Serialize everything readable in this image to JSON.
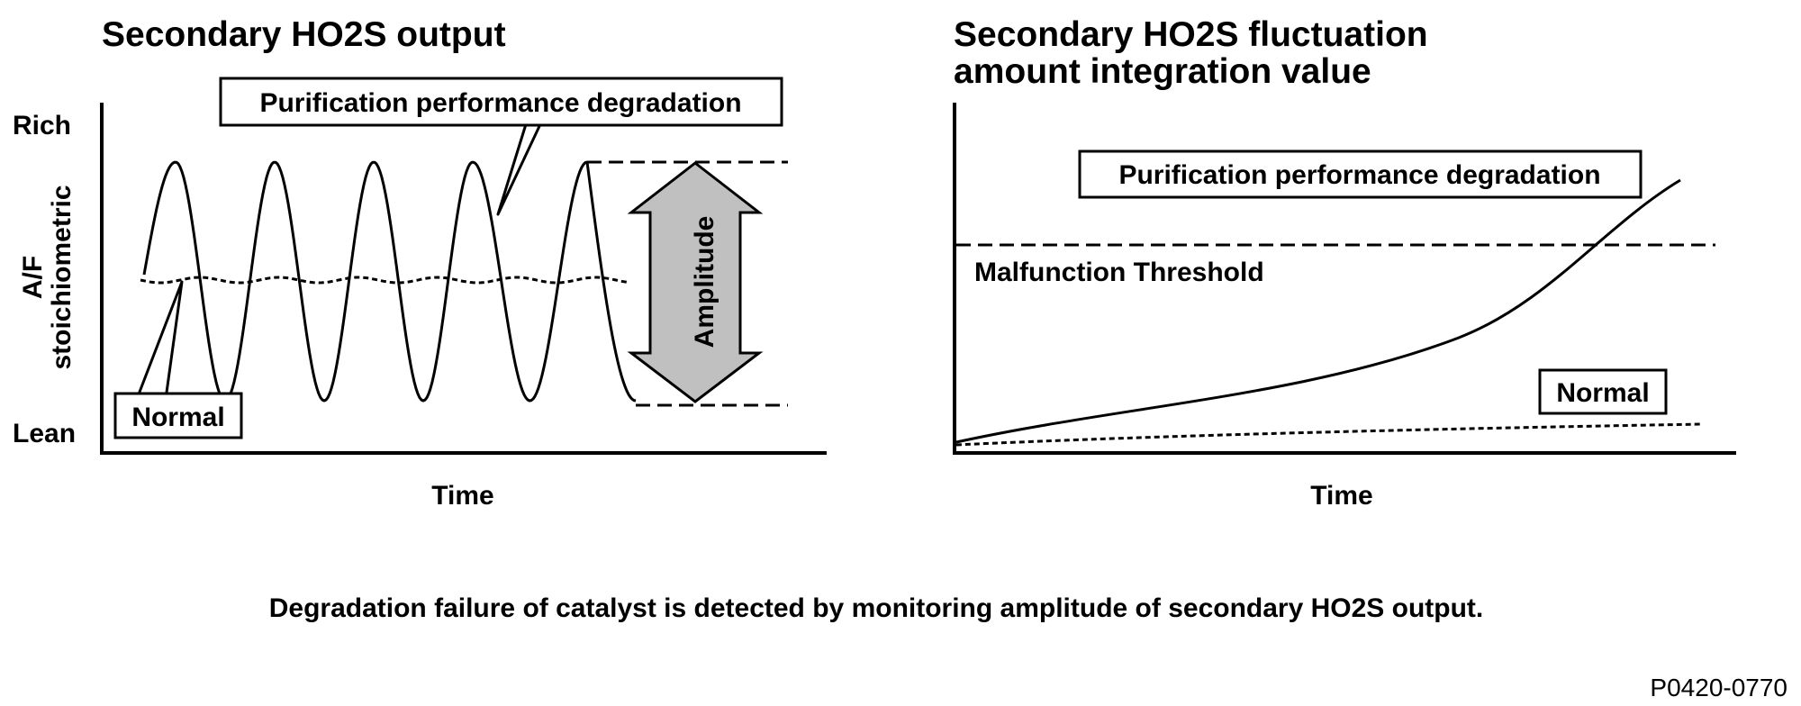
{
  "left_panel": {
    "title": "Secondary HO2S output",
    "y_top_label": "Rich",
    "y_bottom_label": "Lean",
    "y_axis_label_line1": "A/F",
    "y_axis_label_line2": "stoichiometric",
    "x_axis_label": "Time",
    "degradation_callout": "Purification performance degradation",
    "normal_callout": "Normal",
    "amplitude_label": "Amplitude",
    "arrow_fill_color": "#c0c0c0"
  },
  "right_panel": {
    "title_line1": "Secondary HO2S fluctuation",
    "title_line2": "amount integration value",
    "x_axis_label": "Time",
    "degradation_callout": "Purification performance degradation",
    "threshold_label": "Malfunction Threshold",
    "normal_callout": "Normal"
  },
  "caption": "Degradation failure of catalyst is detected by monitoring amplitude of secondary HO2S output.",
  "figure_code": "P0420-0770"
}
